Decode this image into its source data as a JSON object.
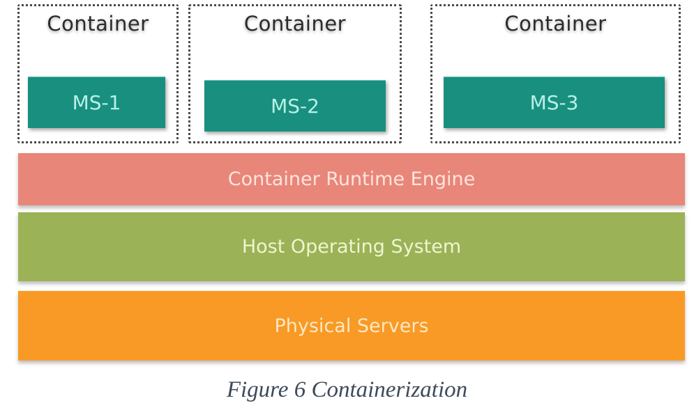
{
  "containers": [
    {
      "label": "Container",
      "service": "MS-1"
    },
    {
      "label": "Container",
      "service": "MS-2"
    },
    {
      "label": "Container",
      "service": "MS-3"
    }
  ],
  "layers": [
    {
      "label": "Container Runtime Engine",
      "color": "#e8867a",
      "text_color": "#fde4dc"
    },
    {
      "label": "Host Operating System",
      "color": "#9bb256",
      "text_color": "#eef5d2"
    },
    {
      "label": "Physical Servers",
      "color": "#f89a25",
      "text_color": "#fde8c4"
    }
  ],
  "colors": {
    "service_box": "#19907f",
    "service_text": "#b8f0e6",
    "container_border": "#4a4a4a"
  },
  "caption": "Figure 6 Containerization"
}
